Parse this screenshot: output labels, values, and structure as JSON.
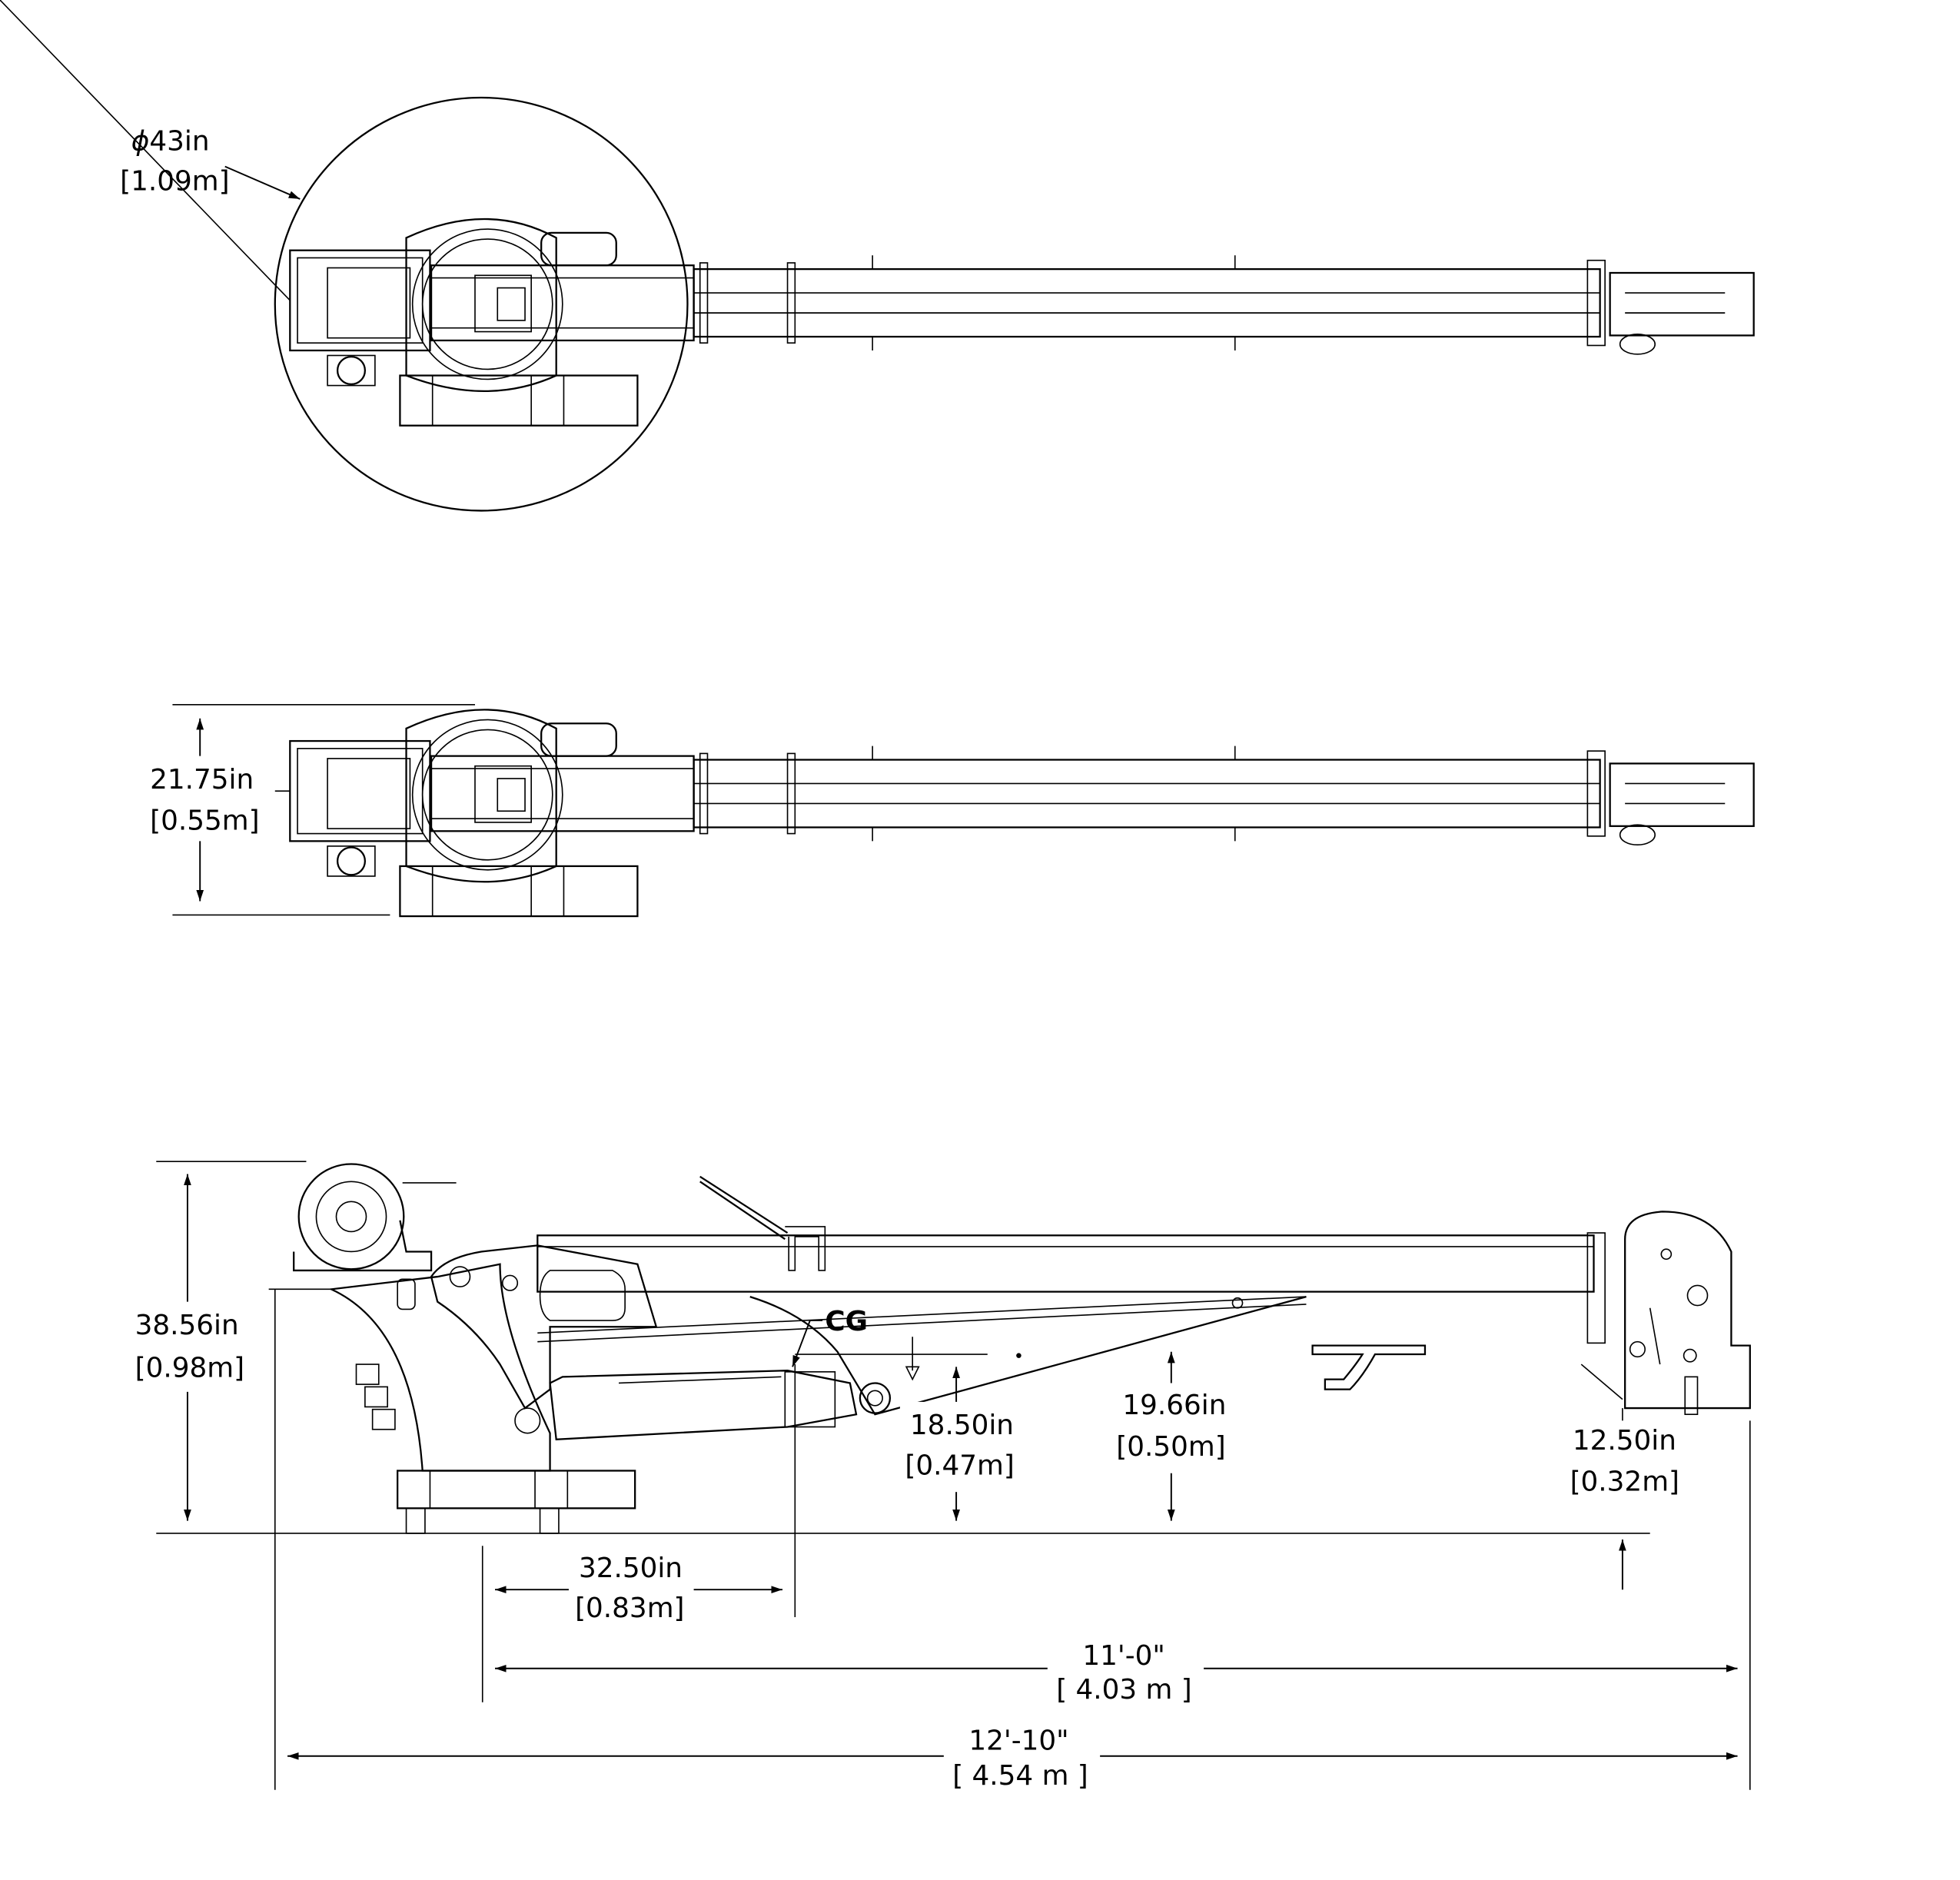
{
  "dimensions": {
    "dia_in": "43in",
    "dia_m": "[1.09m]",
    "width_in": "21.75in",
    "width_m": "[0.55m]",
    "height_in": "38.56in",
    "height_m": "[0.98m]",
    "cg_h_in": "18.50in",
    "cg_h_m": "[0.47m]",
    "boom_h_in": "19.66in",
    "boom_h_m": "[0.50m]",
    "tip_h_in": "12.50in",
    "tip_h_m": "[0.32m]",
    "cg_x_in": "32.50in",
    "cg_x_m": "[0.83m]",
    "reach": "11'-0\"",
    "reach_m": "[ 4.03 m ]",
    "overall": "12'-10\"",
    "overall_m": "[ 4.54 m ]"
  },
  "labels": {
    "cg": "CG"
  }
}
